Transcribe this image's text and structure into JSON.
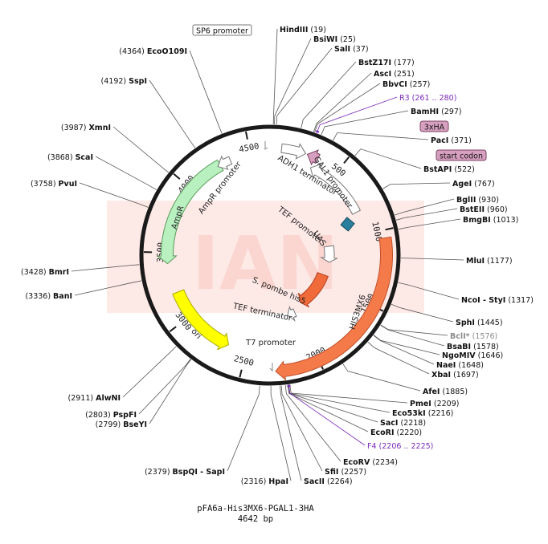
{
  "title": "pFA6a-His3MX6-PGAL1-3HA",
  "length_label": "4642 bp",
  "total_bp": 4642,
  "watermark": "IAN",
  "colors": {
    "backbone": "#1a1a1a",
    "connector": "#555555",
    "primer": "#7a2ab8",
    "ampr": "#b8f0c0",
    "ori": "#ffff00",
    "his3mx6": "#f47a4a",
    "his5": "#f06a3a",
    "uas": "#2a7f9e",
    "tag": "#d8a0c0",
    "outline": "#666666",
    "watermark": "#fde3df"
  },
  "ticks": [
    "500",
    "1000",
    "1500",
    "2000",
    "2500",
    "3000",
    "3500",
    "4000",
    "4500"
  ],
  "feature_labels": {
    "ampr": "AmpR",
    "ampr_promoter": "AmpR promoter",
    "ori": "ori",
    "his3mx6": "HIS3MX6",
    "gal1_promoter": "GAL1 promoter",
    "adh1_terminator": "ADH1 terminator",
    "uas": "UAS",
    "tef_promoter": "TEF promoter",
    "his5": "S. pombe his5",
    "tef_terminator": "TEF terminator",
    "t7_promoter": "T7 promoter"
  },
  "boxed_labels": {
    "sp6": "SP6 promoter",
    "three_ha": "3xHA",
    "start_codon": "start codon"
  },
  "sites": [
    {
      "label": "HindIII",
      "pos": "(19)"
    },
    {
      "label": "BsiWI",
      "pos": "(25)"
    },
    {
      "label": "SalI",
      "pos": "(37)"
    },
    {
      "label": "BstZ17I",
      "pos": "(177)"
    },
    {
      "label": "AscI",
      "pos": "(251)"
    },
    {
      "label": "BbvCI",
      "pos": "(257)"
    },
    {
      "label": "R3",
      "pos": "(261 .. 280)"
    },
    {
      "label": "BamHI",
      "pos": "(297)"
    },
    {
      "label": "PacI",
      "pos": "(371)"
    },
    {
      "label": "BstAPI",
      "pos": "(522)"
    },
    {
      "label": "AgeI",
      "pos": "(767)"
    },
    {
      "label": "BglII",
      "pos": "(930)"
    },
    {
      "label": "BstEII",
      "pos": "(960)"
    },
    {
      "label": "BmgBI",
      "pos": "(1013)"
    },
    {
      "label": "MluI",
      "pos": "(1177)"
    },
    {
      "label": "NcoI - StyI",
      "pos": "(1317)"
    },
    {
      "label": "SphI",
      "pos": "(1445)"
    },
    {
      "label": "BclI*",
      "pos": "(1576)"
    },
    {
      "label": "BsaBI",
      "pos": "(1578)"
    },
    {
      "label": "NgoMIV",
      "pos": "(1646)"
    },
    {
      "label": "NaeI",
      "pos": "(1648)"
    },
    {
      "label": "XbaI",
      "pos": "(1697)"
    },
    {
      "label": "AfeI",
      "pos": "(1885)"
    },
    {
      "label": "PmeI",
      "pos": "(2209)"
    },
    {
      "label": "Eco53kI",
      "pos": "(2216)"
    },
    {
      "label": "SacI",
      "pos": "(2218)"
    },
    {
      "label": "EcoRI",
      "pos": "(2220)"
    },
    {
      "label": "F4",
      "pos": "(2206 .. 2225)"
    },
    {
      "label": "EcoRV",
      "pos": "(2234)"
    },
    {
      "label": "SfiI",
      "pos": "(2257)"
    },
    {
      "label": "SacII",
      "pos": "(2264)"
    },
    {
      "label": "HpaI",
      "pos": "(2316)"
    },
    {
      "label": "BspQI - SapI",
      "pos": "(2379)"
    },
    {
      "label": "BseYI",
      "pos": "(2799)"
    },
    {
      "label": "PspFI",
      "pos": "(2803)"
    },
    {
      "label": "AlwNI",
      "pos": "(2911)"
    },
    {
      "label": "BanI",
      "pos": "(3336)"
    },
    {
      "label": "BmrI",
      "pos": "(3428)"
    },
    {
      "label": "PvuI",
      "pos": "(3758)"
    },
    {
      "label": "ScaI",
      "pos": "(3868)"
    },
    {
      "label": "XmnI",
      "pos": "(3987)"
    },
    {
      "label": "SspI",
      "pos": "(4192)"
    },
    {
      "label": "EcoO109I",
      "pos": "(4364)"
    }
  ]
}
